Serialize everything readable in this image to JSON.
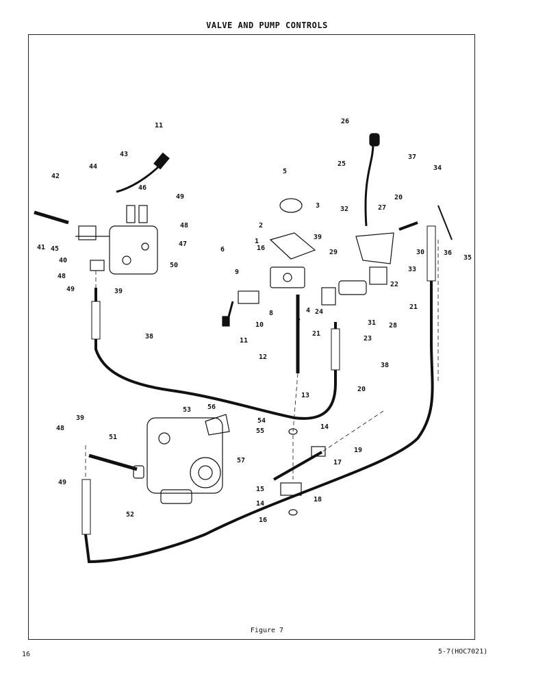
{
  "page": {
    "title": "VALVE AND PUMP CONTROLS",
    "figure_caption": "Figure 7",
    "page_number": "16",
    "doc_code": "5-7(HOC7021)"
  },
  "callouts": [
    "1",
    "2",
    "3",
    "4",
    "5",
    "6",
    "7",
    "8",
    "9",
    "10",
    "11",
    "12",
    "13",
    "14",
    "15",
    "16",
    "17",
    "18",
    "19",
    "20",
    "21",
    "22",
    "23",
    "24",
    "25",
    "26",
    "27",
    "28",
    "29",
    "30",
    "31",
    "32",
    "33",
    "34",
    "35",
    "36",
    "37",
    "38",
    "39",
    "40",
    "41",
    "42",
    "43",
    "44",
    "45",
    "46",
    "47",
    "48",
    "49",
    "50",
    "51",
    "52",
    "53",
    "54",
    "55",
    "56",
    "57"
  ]
}
